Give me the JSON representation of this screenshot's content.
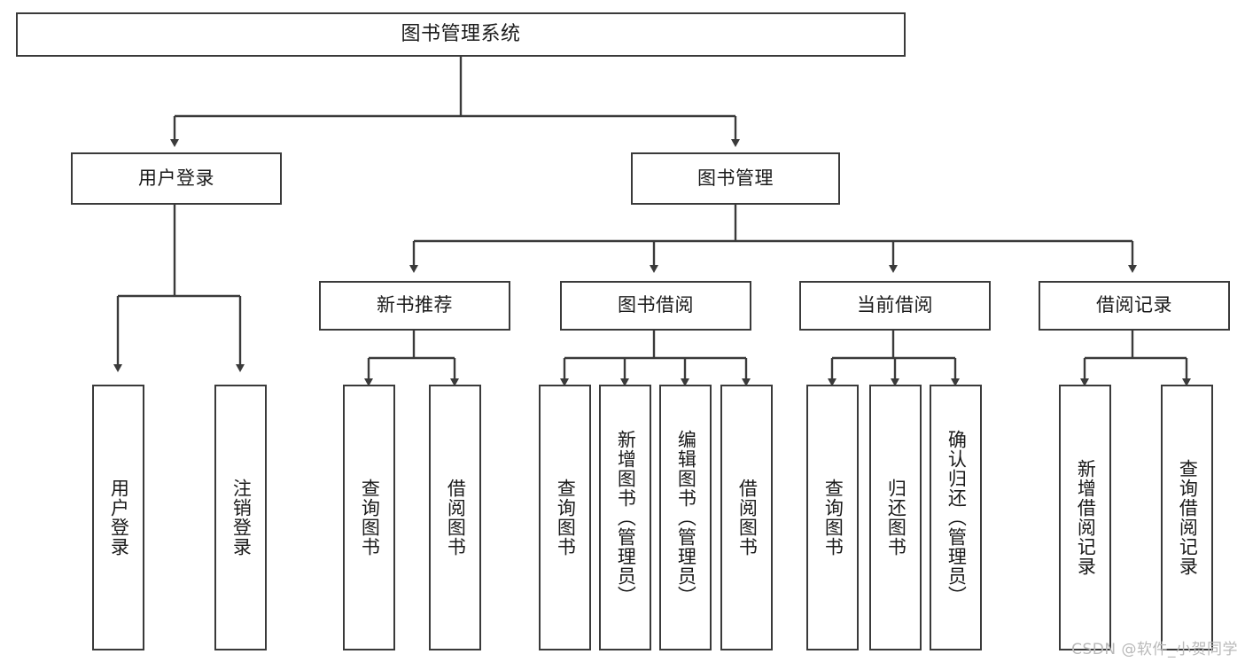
{
  "diagram": {
    "type": "tree",
    "title": "图书管理系统",
    "root": {
      "id": "root",
      "label": "图书管理系统"
    },
    "level2": [
      {
        "id": "user-login",
        "label": "用户登录"
      },
      {
        "id": "book-manage",
        "label": "图书管理"
      }
    ],
    "level3": [
      {
        "id": "new-book-recommend",
        "label": "新书推荐",
        "parent": "book-manage"
      },
      {
        "id": "book-borrow",
        "label": "图书借阅",
        "parent": "book-manage"
      },
      {
        "id": "current-borrow",
        "label": "当前借阅",
        "parent": "book-manage"
      },
      {
        "id": "borrow-record",
        "label": "借阅记录",
        "parent": "book-manage"
      }
    ],
    "leaves": [
      {
        "id": "leaf-user-login",
        "label": "用户登录",
        "parent": "user-login"
      },
      {
        "id": "leaf-user-logout",
        "label": "注销登录",
        "parent": "user-login"
      },
      {
        "id": "leaf-query-book-1",
        "label": "查询图书",
        "parent": "new-book-recommend"
      },
      {
        "id": "leaf-borrow-book-1",
        "label": "借阅图书",
        "parent": "new-book-recommend"
      },
      {
        "id": "leaf-query-book-2",
        "label": "查询图书",
        "parent": "book-borrow"
      },
      {
        "id": "leaf-add-book",
        "label": "新增图书（管理员）",
        "parent": "book-borrow"
      },
      {
        "id": "leaf-edit-book",
        "label": "编辑图书（管理员）",
        "parent": "book-borrow"
      },
      {
        "id": "leaf-borrow-book-2",
        "label": "借阅图书",
        "parent": "book-borrow"
      },
      {
        "id": "leaf-query-book-3",
        "label": "查询图书",
        "parent": "current-borrow"
      },
      {
        "id": "leaf-return-book",
        "label": "归还图书",
        "parent": "current-borrow"
      },
      {
        "id": "leaf-confirm-return",
        "label": "确认归还（管理员）",
        "parent": "current-borrow"
      },
      {
        "id": "leaf-add-record",
        "label": "新增借阅记录",
        "parent": "borrow-record"
      },
      {
        "id": "leaf-query-record",
        "label": "查询借阅记录",
        "parent": "borrow-record"
      }
    ],
    "colors": {
      "stroke": "#3a3a3a",
      "fill": "#ffffff",
      "text": "#1a1a1a",
      "watermark": "#b9b9b9"
    }
  },
  "watermark": {
    "text": "CSDN @软件_小贺同学"
  }
}
